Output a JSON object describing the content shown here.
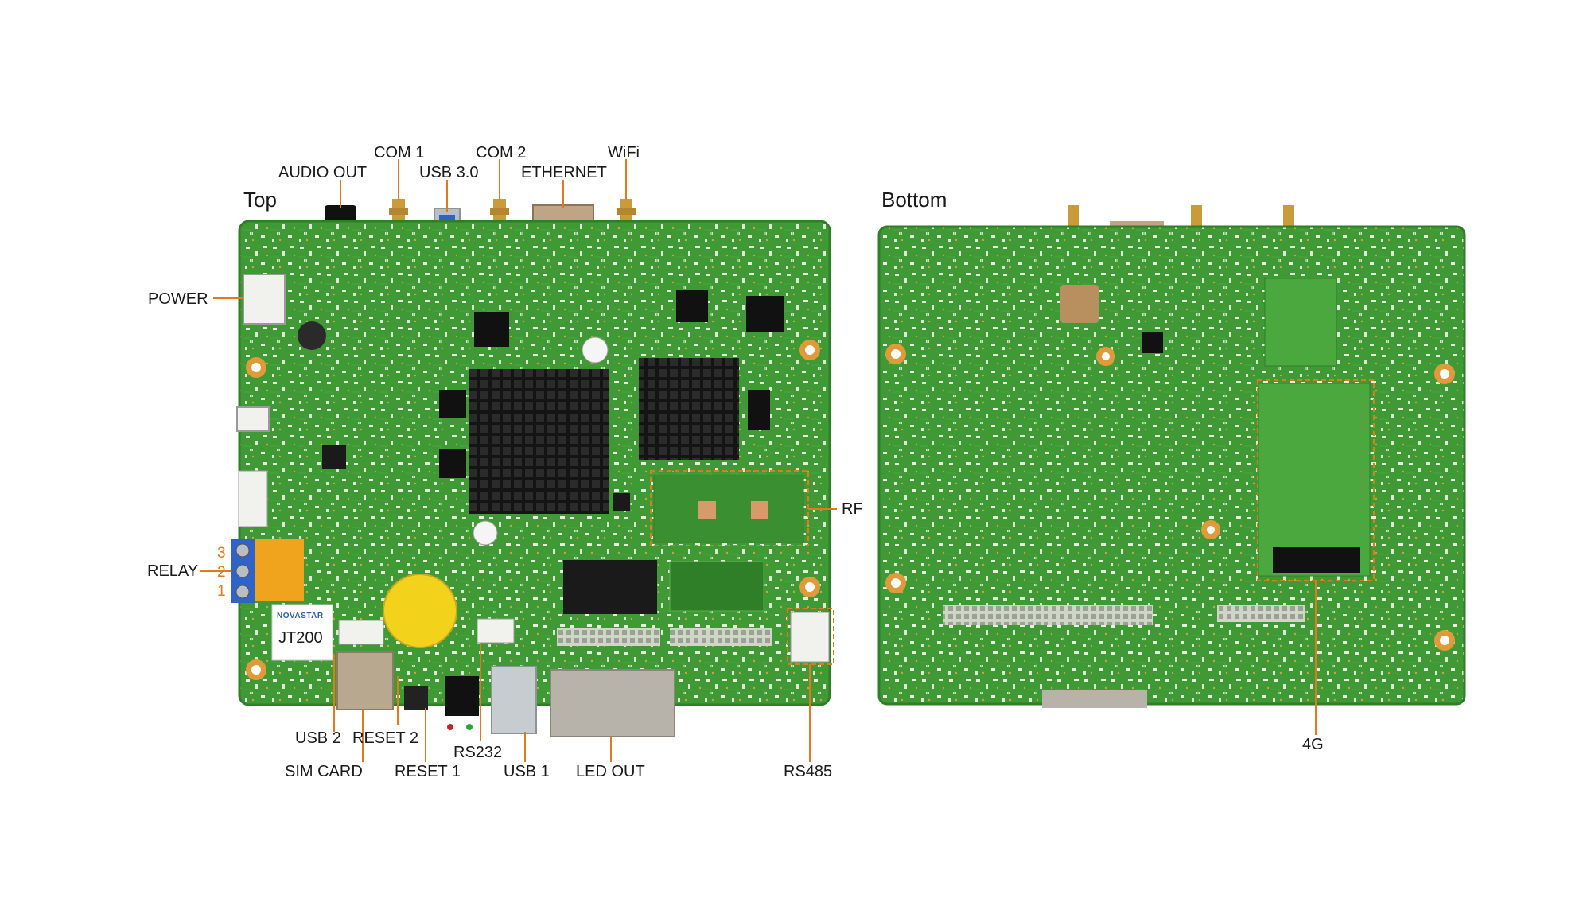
{
  "titles": {
    "top": "Top",
    "bottom": "Bottom"
  },
  "board_label": {
    "brand": "NOVASTAR",
    "model": "JT200"
  },
  "callouts": {
    "com1": "COM 1",
    "com2": "COM 2",
    "wifi": "WiFi",
    "audio_out": "AUDIO OUT",
    "usb30": "USB 3.0",
    "ethernet": "ETHERNET",
    "power": "POWER",
    "relay": "RELAY",
    "rf": "RF",
    "usb2": "USB 2",
    "reset2": "RESET 2",
    "sim_card": "SIM CARD",
    "reset1": "RESET 1",
    "rs232": "RS232",
    "usb1": "USB 1",
    "led_out": "LED OUT",
    "rs485": "RS485",
    "four_g": "4G"
  },
  "relay_pins": [
    "3",
    "2",
    "1"
  ],
  "colors": {
    "pcb": "#3f9a35",
    "pcb_dark": "#2f7f28",
    "leader": "#e07a1c",
    "heatsink": "#1a1a1a",
    "gold": "#c99b3a",
    "text": "#1a1a1a",
    "brand": "#2b5fb0",
    "battery": "#f2d21b",
    "terminal": "#2f63c7",
    "relay_body": "#f0a41e"
  }
}
